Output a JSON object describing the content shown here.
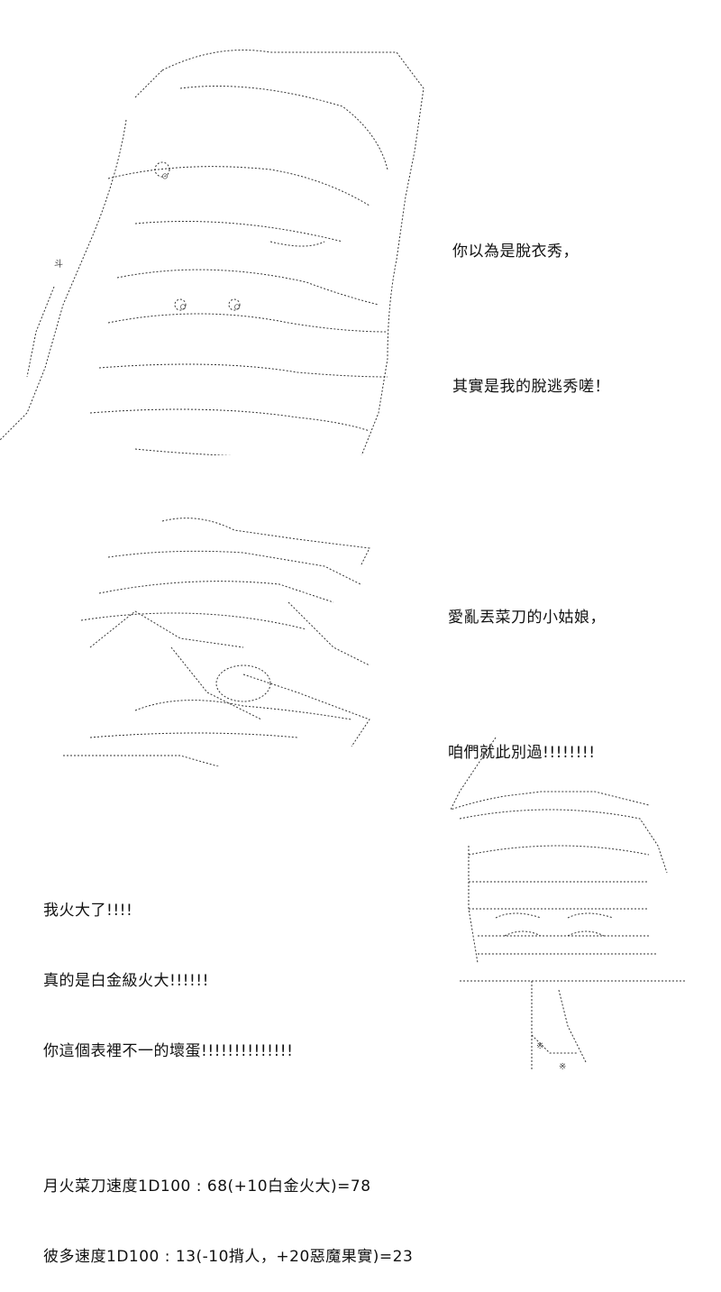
{
  "panel1": {
    "line1": "你以為是脫衣秀，",
    "line2": "其實是我的脫逃秀嗟！"
  },
  "panel2": {
    "line1": "愛亂丟菜刀的小姑娘，",
    "line2": "咱們就此別過!!!!!!!!"
  },
  "panel3": {
    "line1": "我火大了!!!!",
    "line2": "真的是白金級火大!!!!!!",
    "line3": "你這個表裡不一的壞蛋!!!!!!!!!!!!!!",
    "roll1": "月火菜刀速度1D100 : 68(+10白金火大)=78",
    "roll2": "彼多速度1D100 : 13(-10揹人，+20惡魔果實)=23"
  }
}
